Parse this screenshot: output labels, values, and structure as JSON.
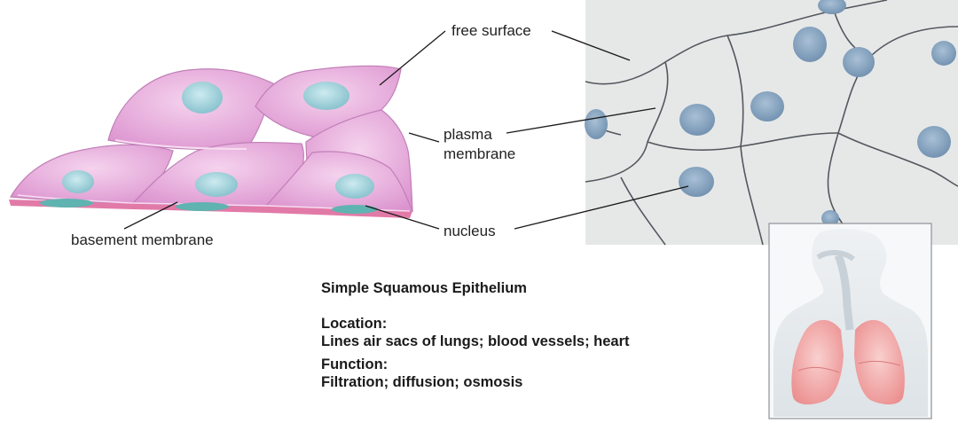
{
  "labels": {
    "free_surface": "free surface",
    "plasma_membrane_line1": "plasma",
    "plasma_membrane_line2": "membrane",
    "nucleus": "nucleus",
    "basement_membrane": "basement membrane"
  },
  "caption": {
    "title": "Simple Squamous Epithelium",
    "location_heading": "Location:",
    "location_text": "Lines air sacs of lungs; blood vessels; heart",
    "function_heading": "Function:",
    "function_text": "Filtration; diffusion; osmosis"
  },
  "colors": {
    "cell_fill": "#e8a9dc",
    "cell_highlight": "#f3c9ea",
    "nucleus": "#9ed0d8",
    "basement": "#e07fa8",
    "micrograph_bg": "#e4e6e6",
    "micrograph_nucleus": "#8aa6c0",
    "lung": "#f1a3a3"
  }
}
